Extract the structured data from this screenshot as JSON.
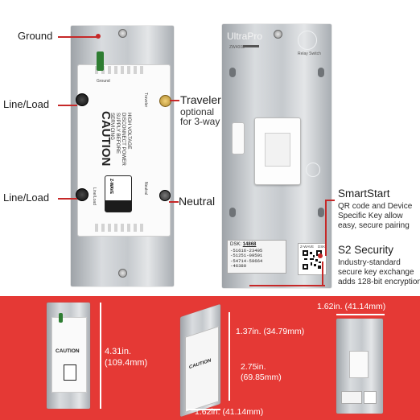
{
  "colors": {
    "accent_red": "#c62828",
    "banner_red": "#e53935",
    "white": "#ffffff"
  },
  "front_labels": {
    "ground": "Ground",
    "line_load_top": "Line/Load",
    "line_load_bottom": "Line/Load",
    "traveler": "Traveler",
    "traveler_sub": "optional\nfor 3-way",
    "neutral": "Neutral"
  },
  "front_body": {
    "caution": "CAUTION",
    "warning_lines": [
      "HIGH VOLTAGE",
      "DISCONNECT POWER",
      "SUPPLY BEFORE",
      "SERVICING"
    ],
    "zwave_word": "Z-WAVE",
    "plus_word": "PLUS",
    "ground_text": "Ground",
    "traveler_text": "Traveler",
    "neutral_text": "Neutral",
    "line_load_text": "Line/Load"
  },
  "rear_labels": {
    "brand": "UltraPro",
    "model": "ZW4008",
    "relay": "Relay Switch",
    "dsk_prefix": "DSK:",
    "dsk_first": "14868",
    "dsk_lines": [
      "-51616-23405",
      "-51251-09591",
      "-54714-59664",
      "-46380"
    ],
    "zwave_tag": "Z-WAVE",
    "dsk_tag": "DSK"
  },
  "features": {
    "smartstart_title": "SmartStart",
    "smartstart_desc": [
      "QR code and Device",
      "Specific Key allow",
      "easy, secure pairing"
    ],
    "s2_title": "S2 Security",
    "s2_desc": [
      "Industry-standard",
      "secure key exchange",
      "adds 128-bit encryption"
    ]
  },
  "dimensions": {
    "height": "4.31in.\n(109.4mm)",
    "depth": "1.37in. (34.79mm)",
    "body_height": "2.75in.\n(69.85mm)",
    "width_front": "1.62in. (41.14mm)",
    "width_rear": "1.62in. (41.14mm)"
  }
}
